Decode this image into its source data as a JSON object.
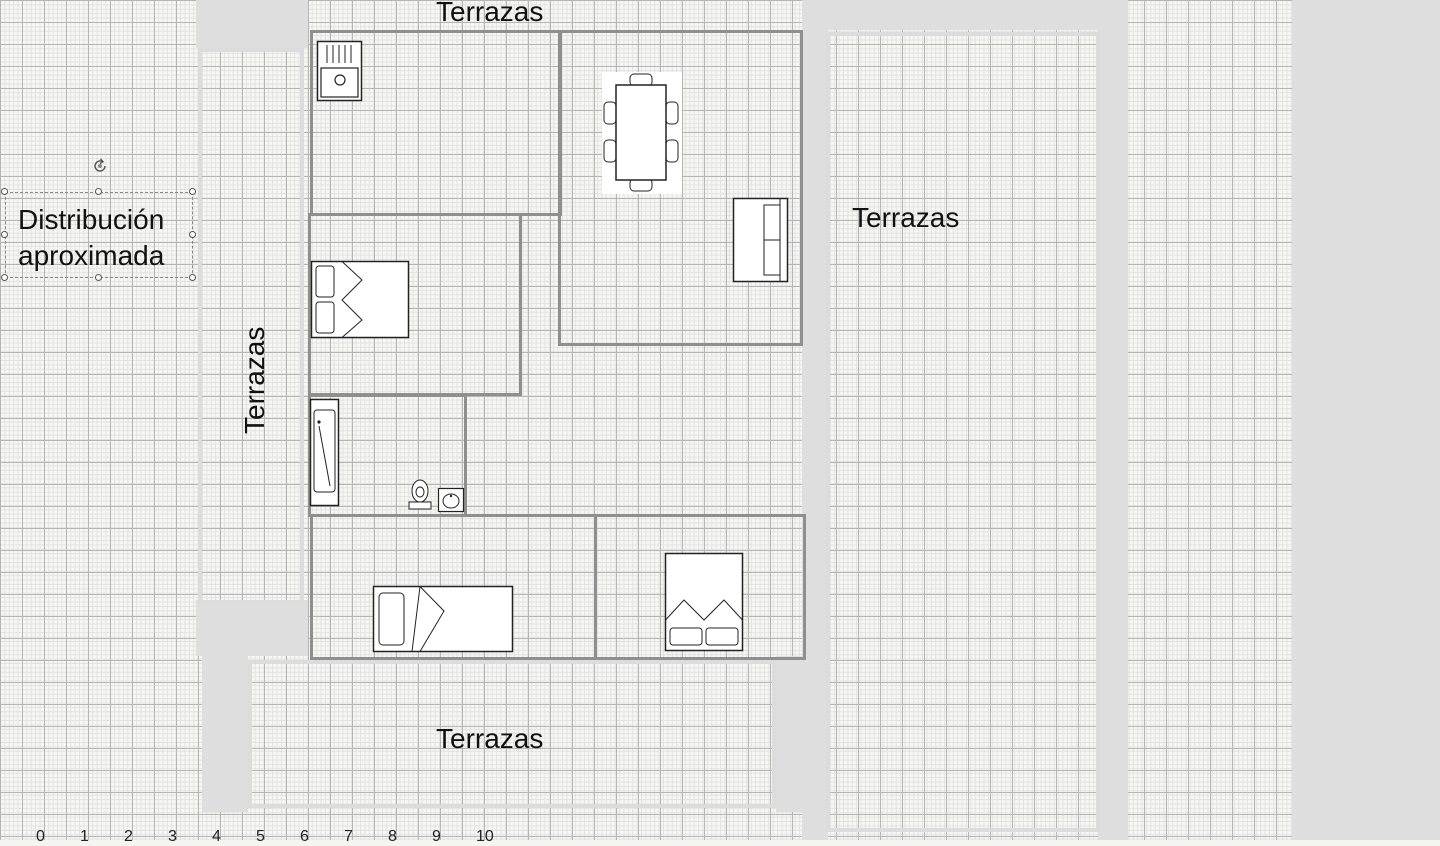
{
  "labels": {
    "terrace_top": "Terrazas",
    "terrace_right": "Terrazas",
    "terrace_left": "Terrazas",
    "terrace_bottom": "Terrazas"
  },
  "textbox": {
    "line1": "Distribución",
    "line2": "aproximada"
  },
  "ruler": [
    "0",
    "1",
    "2",
    "3",
    "4",
    "5",
    "6",
    "7",
    "8",
    "9",
    "10"
  ],
  "colors": {
    "wall": "#8f8f8f",
    "terrace_border": "#dcdcdc",
    "band": "#dedede",
    "furniture_stroke": "#222222"
  }
}
